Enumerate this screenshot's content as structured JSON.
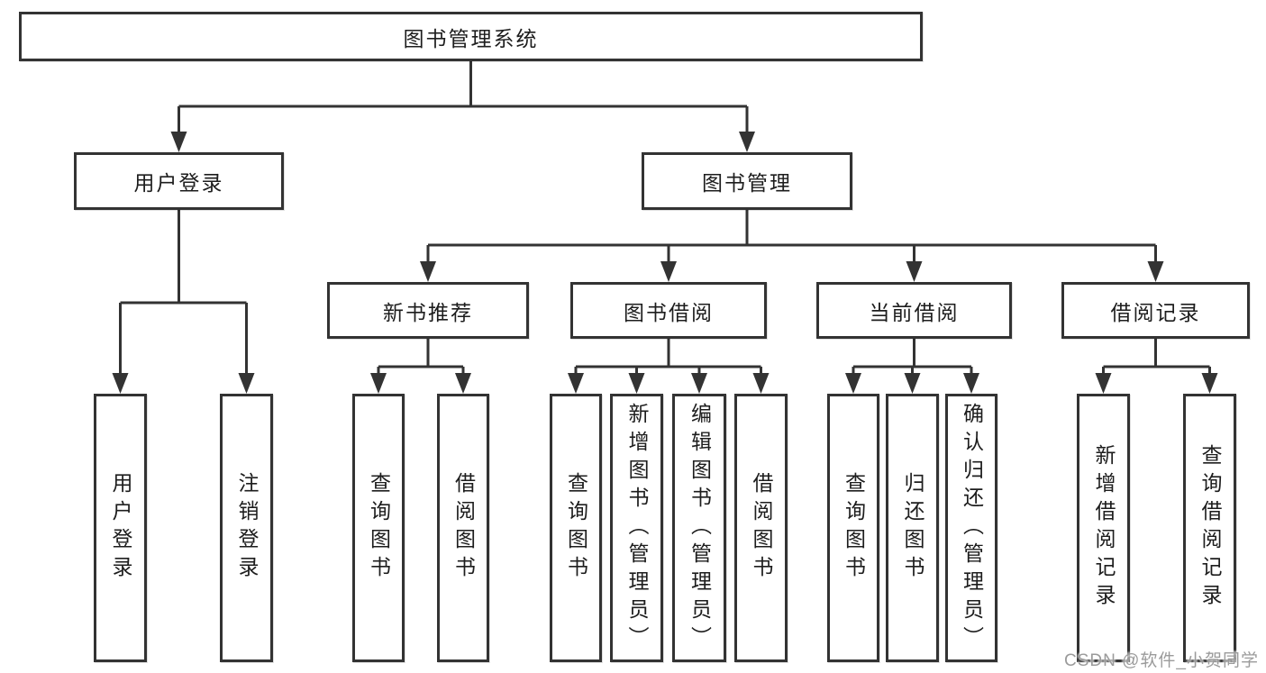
{
  "colors": {
    "line": "#333333",
    "text": "#1d1d1d",
    "box-bg": "#ffffff",
    "background": "#ffffff",
    "watermark": "#9b9b9b"
  },
  "root": {
    "label": "图书管理系统"
  },
  "branches": {
    "user_login": {
      "label": "用户登录",
      "leaves": [
        "用户登录",
        "注销登录"
      ]
    },
    "book_mgmt": {
      "label": "图书管理",
      "sections": {
        "new_book_rec": {
          "label": "新书推荐",
          "leaves": [
            "查询图书",
            "借阅图书"
          ]
        },
        "book_borrow": {
          "label": "图书借阅",
          "leaves": [
            "查询图书",
            "新增图书（管理员）",
            "编辑图书（管理员）",
            "借阅图书"
          ]
        },
        "current_borrow": {
          "label": "当前借阅",
          "leaves": [
            "查询图书",
            "归还图书",
            "确认归还（管理员）"
          ]
        },
        "borrow_record": {
          "label": "借阅记录",
          "leaves": [
            "新增借阅记录",
            "查询借阅记录"
          ]
        }
      }
    }
  },
  "watermark": {
    "text": "CSDN @软件_小贺同学"
  }
}
